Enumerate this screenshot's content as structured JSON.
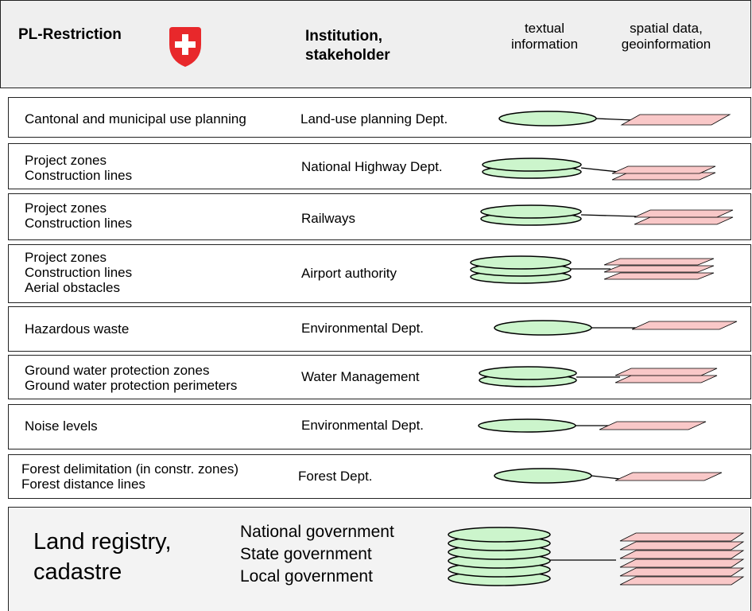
{
  "header": {
    "pl_restriction": "PL-Restriction",
    "institution_line1": "Institution,",
    "institution_line2": "stakeholder",
    "textual_line1": "textual",
    "textual_line2": "information",
    "spatial_line1": "spatial data,",
    "spatial_line2": "geoinformation"
  },
  "rows": [
    {
      "restriction": [
        "Cantonal and municipal use planning"
      ],
      "institution": "Land-use planning Dept."
    },
    {
      "restriction": [
        "Project zones",
        "Construction lines"
      ],
      "institution": "National Highway Dept."
    },
    {
      "restriction": [
        "Project zones",
        "Construction lines"
      ],
      "institution": "Railways"
    },
    {
      "restriction": [
        "Project zones",
        "Construction lines",
        "Aerial obstacles"
      ],
      "institution": "Airport authority"
    },
    {
      "restriction": [
        "Hazardous waste"
      ],
      "institution": "Environmental Dept."
    },
    {
      "restriction": [
        "Ground water protection zones",
        "Ground water protection perimeters"
      ],
      "institution": "Water Management"
    },
    {
      "restriction": [
        "Noise levels"
      ],
      "institution": "Environmental Dept."
    },
    {
      "restriction": [
        "Forest delimitation (in constr. zones)",
        "Forest distance lines"
      ],
      "institution": "Forest Dept."
    }
  ],
  "footer": {
    "title_line1": "Land registry,",
    "title_line2": "cadastre",
    "gov": [
      "National government",
      "State government",
      "Local government"
    ]
  },
  "colors": {
    "disk_fill": "#ccf5cc",
    "sheet_fill": "#f9c8c8",
    "swiss_red": "#e8282b"
  }
}
